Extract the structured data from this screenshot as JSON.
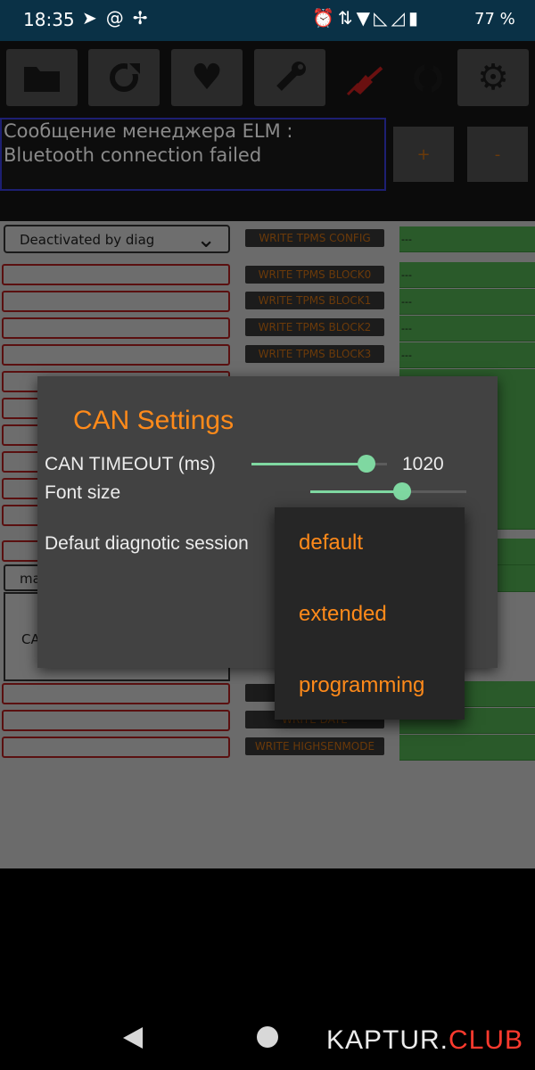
{
  "status_bar": {
    "time": "18:35",
    "left_icons": [
      "telegram-icon",
      "at-icon",
      "odnoklassniki-icon"
    ],
    "right_icons": [
      "alarm-icon",
      "data-arrows-icon",
      "wifi-icon",
      "signal-off-icon",
      "signal-icon",
      "battery-icon"
    ],
    "battery": "77 %"
  },
  "toolbar": {
    "buttons": [
      "folder-icon",
      "refresh-icon",
      "heart-icon",
      "wrench-icon",
      "satellite-icon",
      "sync-icon",
      "gear-icon"
    ]
  },
  "message": {
    "text": "Сообщение менеджера ELM : Bluetooth connection failed",
    "plus_label": "+",
    "minus_label": "-"
  },
  "panel": {
    "dropdown_value": "Deactivated by diag",
    "write_buttons": [
      "WRITE TPMS CONFIG",
      "WRITE TPMS BLOCK0",
      "WRITE TPMS BLOCK1",
      "WRITE TPMS BLOCK2",
      "WRITE TPMS BLOCK3",
      "WRITE HIGHSENMODE"
    ],
    "cell_value": "---",
    "partial_field_1": "ma",
    "partial_field_2": "CA",
    "partial_button": "WRITE DATE"
  },
  "dialog": {
    "title": "CAN Settings",
    "timeout_label": "CAN TIMEOUT (ms)",
    "timeout_value": "1020",
    "timeout_fraction": 0.85,
    "font_label": "Font size",
    "font_fraction": 0.59,
    "session_label": "Defaut diagnotic session"
  },
  "menu": {
    "options": [
      "default",
      "extended",
      "programming"
    ]
  },
  "watermark": {
    "brand": "KAPTUR.",
    "club": "CLUB"
  },
  "colors": {
    "accent_orange": "#ff8a1a",
    "slider_green": "#7fd8a1",
    "statusbar": "#0a3146"
  }
}
